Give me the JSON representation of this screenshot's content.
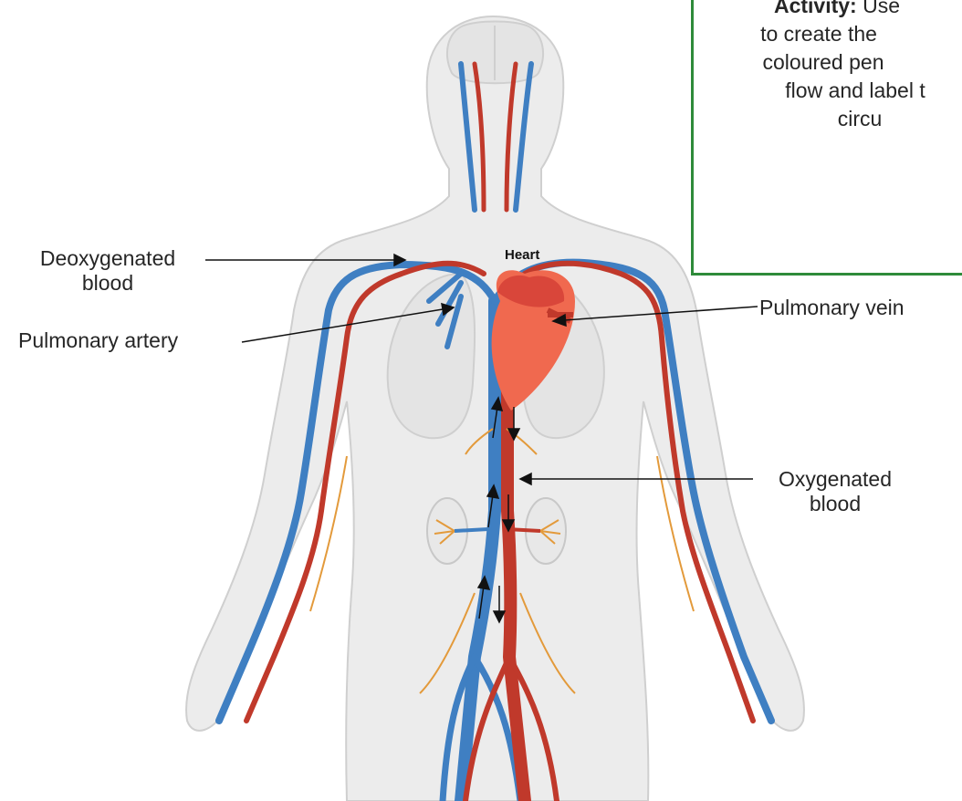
{
  "activity": {
    "heading": "Activity:",
    "lines": [
      "Use",
      "to create the",
      "coloured pen",
      "flow and label t",
      "circu"
    ]
  },
  "labels": {
    "deoxygenated": [
      "Deoxygenated",
      "blood"
    ],
    "pulmonary_artery": "Pulmonary artery",
    "pulmonary_vein": "Pulmonary vein",
    "oxygenated": [
      "Oxygenated",
      "blood"
    ],
    "heart": "Heart"
  },
  "colors": {
    "vein_blue": "#3f7fc2",
    "artery_red": "#c0392b",
    "nerve_orange": "#e39a3b",
    "heart_red": "#d9463a",
    "heart_light": "#f0694f",
    "body_fill": "#ececec",
    "body_outline": "#cfcfcf",
    "box_border": "#2e8b3a"
  }
}
